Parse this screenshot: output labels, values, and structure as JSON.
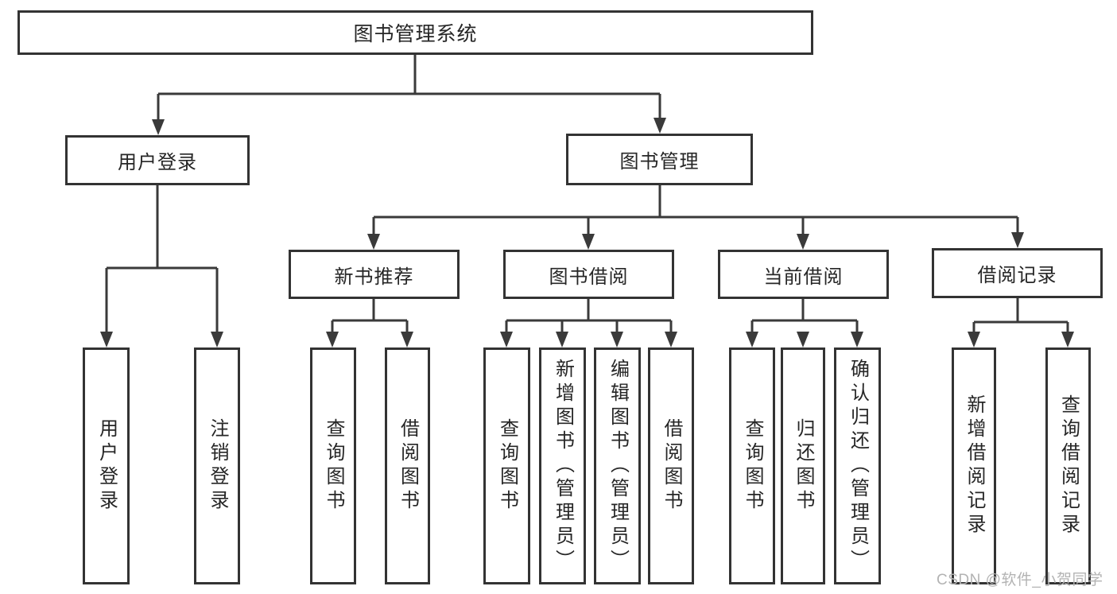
{
  "diagram_title": "图书管理系统",
  "tree": {
    "root": {
      "label": "图书管理系统",
      "children": [
        {
          "label": "用户登录",
          "children": [
            {
              "label": "用户登录"
            },
            {
              "label": "注销登录"
            }
          ]
        },
        {
          "label": "图书管理",
          "children": [
            {
              "label": "新书推荐",
              "children": [
                {
                  "label": "查询图书"
                },
                {
                  "label": "借阅图书"
                }
              ]
            },
            {
              "label": "图书借阅",
              "children": [
                {
                  "label": "查询图书"
                },
                {
                  "label": "新增图书（管理员）"
                },
                {
                  "label": "编辑图书（管理员）"
                },
                {
                  "label": "借阅图书"
                }
              ]
            },
            {
              "label": "当前借阅",
              "children": [
                {
                  "label": "查询图书"
                },
                {
                  "label": "归还图书"
                },
                {
                  "label": "确认归还（管理员）"
                }
              ]
            },
            {
              "label": "借阅记录",
              "children": [
                {
                  "label": "新增借阅记录"
                },
                {
                  "label": "查询借阅记录"
                }
              ]
            }
          ]
        }
      ]
    }
  },
  "watermark": "CSDN @软件_小贺同学",
  "colors": {
    "line": "#3a3a3a",
    "border": "#333333",
    "text": "#262626",
    "watermark": "#b3b3b3",
    "background": "#ffffff"
  }
}
